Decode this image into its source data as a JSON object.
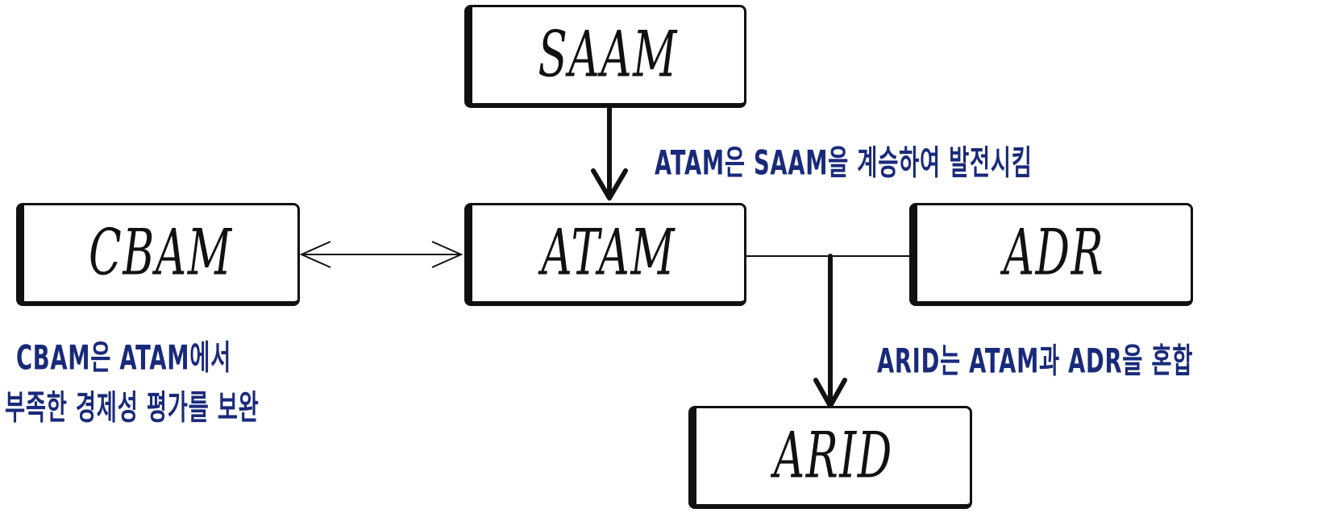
{
  "diagram": {
    "nodes": {
      "saam": "SAAM",
      "atam": "ATAM",
      "cbam": "CBAM",
      "adr": "ADR",
      "arid": "ARID"
    },
    "notes": {
      "saam_to_atam": "ATAM은 SAAM을 계승하여 발전시킴",
      "arid": "ARID는 ATAM과 ADR을 혼합",
      "cbam_line1": "CBAM은 ATAM에서",
      "cbam_line2": "부족한 경제성 평가를 보완"
    },
    "colors": {
      "box_border": "#111111",
      "note_text": "#1a2a7a",
      "connector": "#111111"
    }
  }
}
